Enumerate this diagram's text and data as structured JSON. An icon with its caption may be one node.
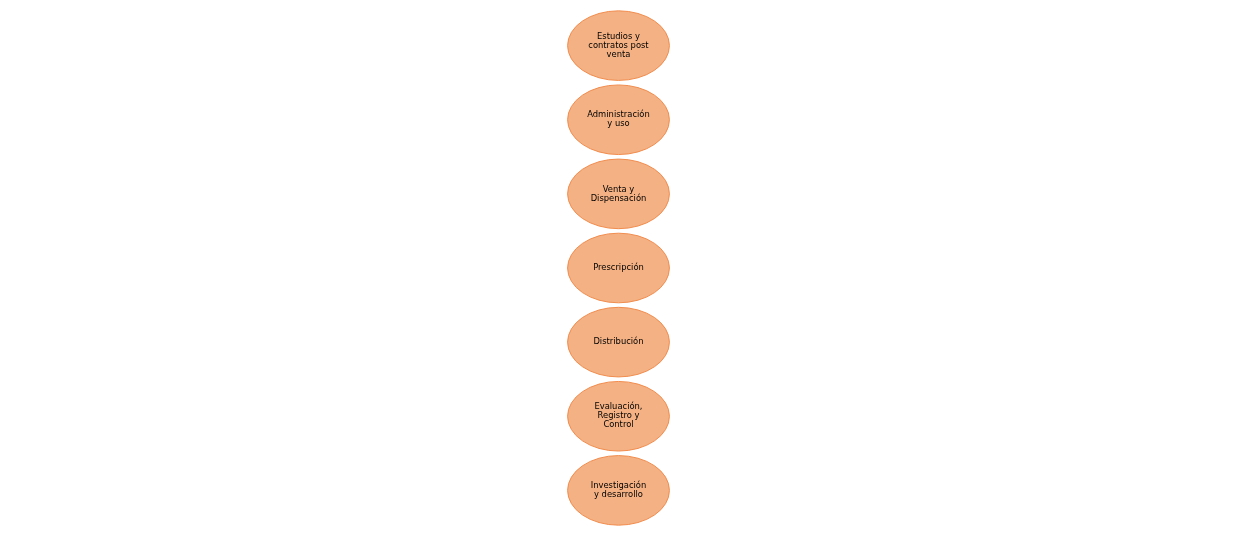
{
  "diagram": {
    "nodes": [
      {
        "text": [
          "Investigación y desarrollo"
        ]
      },
      {
        "text": [
          "Evaluación, Registro y Control"
        ]
      },
      {
        "text": [
          "Distribución"
        ]
      },
      {
        "text": [
          "Prescripción"
        ]
      },
      {
        "text": [
          "Venta y Dispensación"
        ]
      },
      {
        "text": [
          "Administración y uso"
        ]
      },
      {
        "text": [
          "Estudios y contratos post venta"
        ]
      }
    ]
  }
}
